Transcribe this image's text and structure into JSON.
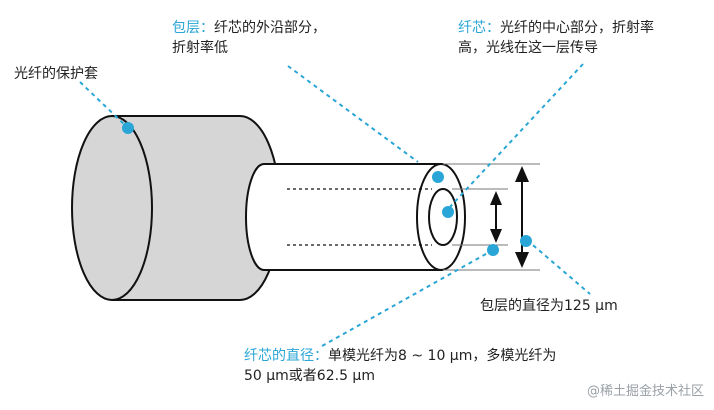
{
  "colors": {
    "accent": "#2aa6d6",
    "jacket_fill": "#d6d6d6",
    "stroke": "#111111"
  },
  "labels": {
    "cladding": {
      "term": "包层",
      "sep": "：",
      "line1": "纤芯的外沿部分，",
      "line2": "折射率低"
    },
    "core": {
      "term": "纤芯",
      "sep": "：",
      "line1": "光纤的中心部分，折射率",
      "line2": "高，光线在这一层传导"
    },
    "jacket": {
      "text": "光纤的保护套"
    },
    "cladding_diameter": {
      "text": "包层的直径为125 μm"
    },
    "core_diameter": {
      "term": "纤芯的直径",
      "sep": "：",
      "line1": "单模光纤为8 ~ 10 μm，多模光纤为",
      "line2": "50 μm或者62.5 μm"
    }
  },
  "watermark": "@稀土掘金技术社区",
  "icons": [
    "callout-dot",
    "double-arrow"
  ]
}
